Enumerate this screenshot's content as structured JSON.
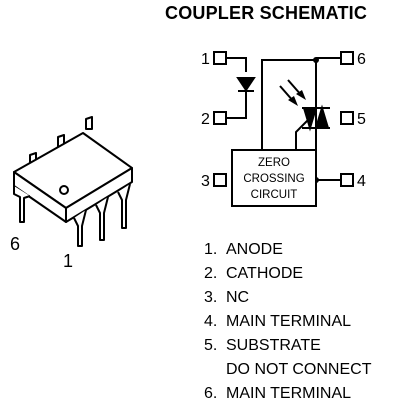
{
  "title": "COUPLER SCHEMATIC",
  "package": {
    "pin_label_left": "6",
    "pin_label_right": "1"
  },
  "schematic": {
    "pins": [
      "1",
      "2",
      "3",
      "4",
      "5",
      "6"
    ],
    "zero_crossing_lines": [
      "ZERO",
      "CROSSING",
      "CIRCUIT"
    ]
  },
  "pin_list": [
    {
      "num": "1.",
      "name": "ANODE"
    },
    {
      "num": "2.",
      "name": "CATHODE"
    },
    {
      "num": "3.",
      "name": "NC"
    },
    {
      "num": "4.",
      "name": "MAIN TERMINAL"
    },
    {
      "num": "5.",
      "name": "SUBSTRATE",
      "name2": "DO NOT CONNECT"
    },
    {
      "num": "6.",
      "name": "MAIN TERMINAL"
    }
  ]
}
